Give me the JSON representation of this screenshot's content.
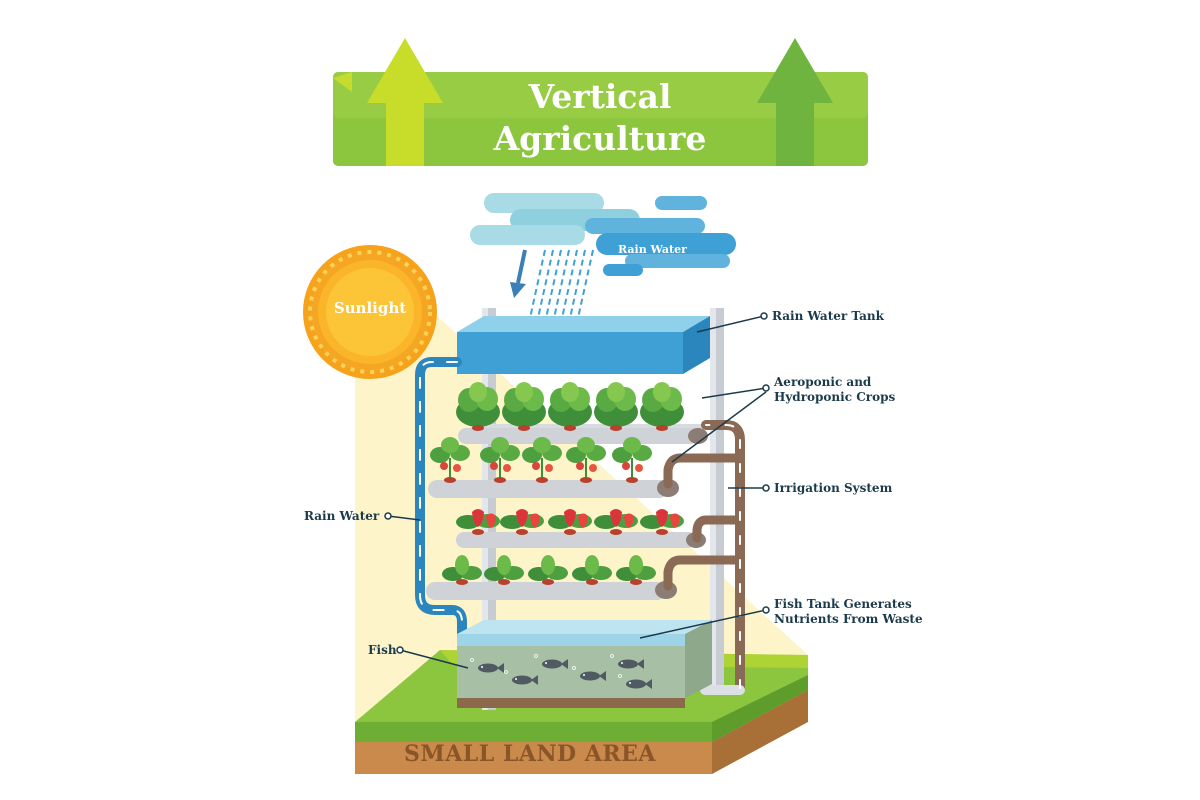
{
  "banner": {
    "title": "Vertical\nAgriculture",
    "colors": {
      "banner": "#8cc63f",
      "banner_light": "#c8dc2a",
      "arrow": "#a7cf3a"
    }
  },
  "sun": {
    "label": "Sunlight",
    "color": "#f7a21b"
  },
  "cloud": {
    "label": "Rain Water",
    "color": "#5fb3dd"
  },
  "labels": {
    "rain_water_tank": "Rain Water Tank",
    "crops": "Aeroponic and\nHydroponic Crops",
    "irrigation": "Irrigation System",
    "fish_tank": "Fish Tank Generates\nNutrients From Waste",
    "rain_water": "Rain Water",
    "fish": "Fish"
  },
  "ground": {
    "label": "SMALL LAND AREA",
    "grass": "#8cc63f",
    "soil": "#c98a4b"
  },
  "icons": [
    "sun-icon",
    "cloud-icon",
    "rain-icon",
    "fish-icon",
    "strawberry-icon",
    "lettuce-icon",
    "arrow-up-icon"
  ]
}
